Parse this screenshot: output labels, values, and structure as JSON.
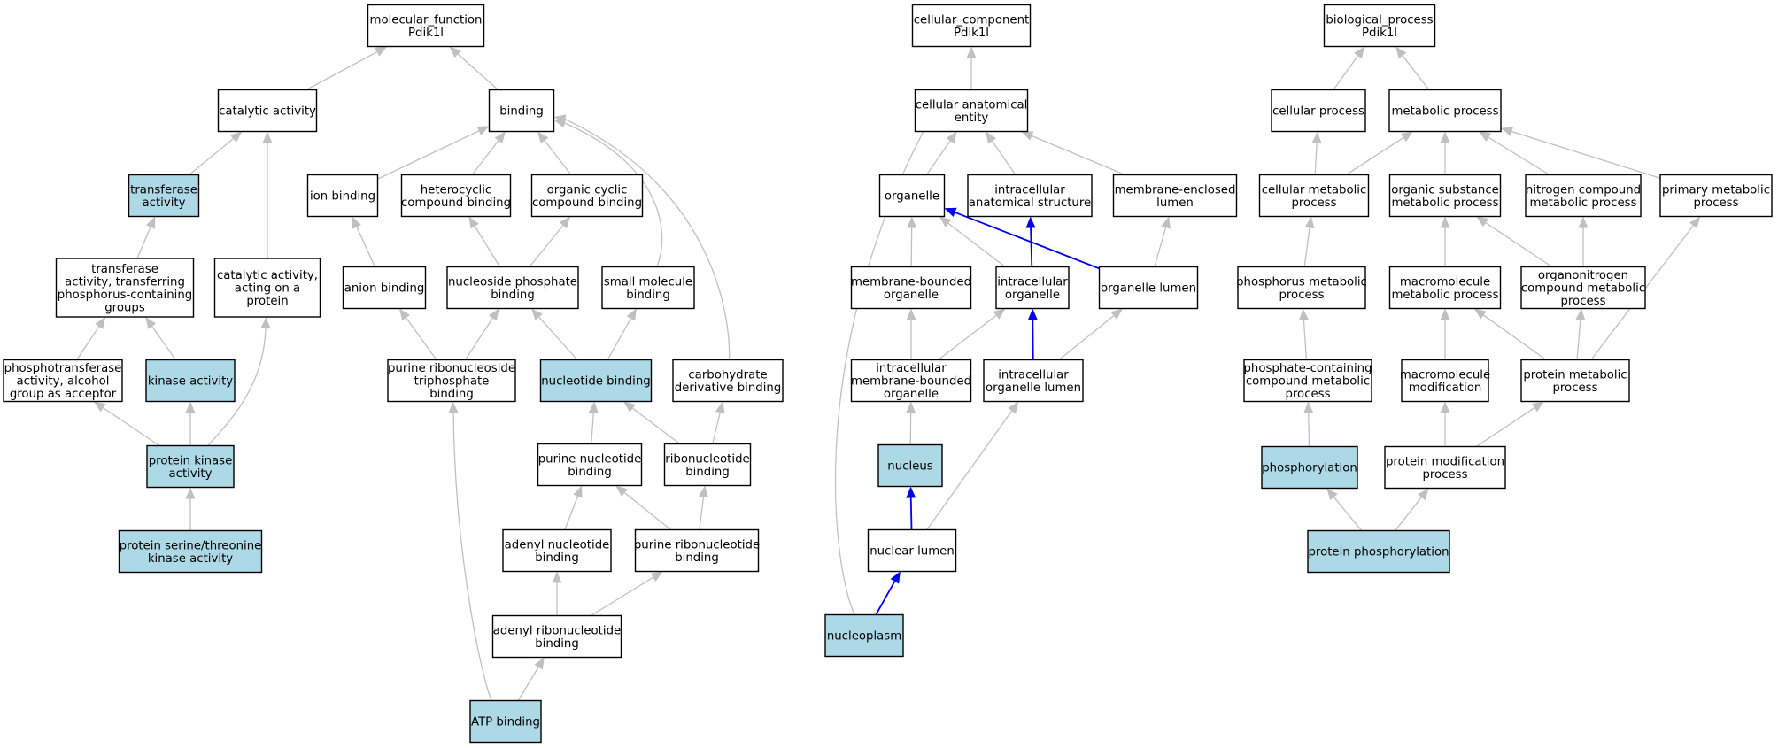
{
  "graph_title": "",
  "colors": {
    "highlight": "#add8e6",
    "edge": "#c0c0c0",
    "path_edge": "#0000ee"
  },
  "nodes": {
    "mf_root": [
      "molecular_function",
      "Pdik1l"
    ],
    "catalytic_activity": [
      "catalytic activity"
    ],
    "binding": [
      "binding"
    ],
    "transferase_activity": [
      "transferase",
      "activity"
    ],
    "ion_binding": [
      "ion binding"
    ],
    "heterocyclic_binding": [
      "heterocyclic",
      "compound binding"
    ],
    "organic_cyclic_binding": [
      "organic cyclic",
      "compound binding"
    ],
    "transferase_phosphorus": [
      "transferase",
      "activity, transferring",
      "phosphorus-containing",
      "groups"
    ],
    "catalytic_on_protein": [
      "catalytic activity,",
      "acting on a",
      "protein"
    ],
    "anion_binding": [
      "anion binding"
    ],
    "nucleoside_phosphate_binding": [
      "nucleoside phosphate",
      "binding"
    ],
    "small_molecule_binding": [
      "small molecule",
      "binding"
    ],
    "phosphotransferase_alcohol": [
      "phosphotransferase",
      "activity, alcohol",
      "group as acceptor"
    ],
    "kinase_activity": [
      "kinase activity"
    ],
    "purine_ribonucleoside_tp_binding": [
      "purine ribonucleoside",
      "triphosphate",
      "binding"
    ],
    "nucleotide_binding": [
      "nucleotide binding"
    ],
    "carbohydrate_derivative_binding": [
      "carbohydrate",
      "derivative binding"
    ],
    "protein_kinase_activity": [
      "protein kinase",
      "activity"
    ],
    "purine_nucleotide_binding": [
      "purine nucleotide",
      "binding"
    ],
    "ribonucleotide_binding": [
      "ribonucleotide",
      "binding"
    ],
    "protein_ser_thr_kinase": [
      "protein serine/threonine",
      "kinase activity"
    ],
    "adenyl_nucleotide_binding": [
      "adenyl nucleotide",
      "binding"
    ],
    "purine_ribonucleotide_binding": [
      "purine ribonucleotide",
      "binding"
    ],
    "adenyl_ribonucleotide_binding": [
      "adenyl ribonucleotide",
      "binding"
    ],
    "atp_binding": [
      "ATP binding"
    ],
    "cc_root": [
      "cellular_component",
      "Pdik1l"
    ],
    "cellular_anatomical_entity": [
      "cellular anatomical",
      "entity"
    ],
    "organelle": [
      "organelle"
    ],
    "intracellular_anatomical_structure": [
      "intracellular",
      "anatomical structure"
    ],
    "membrane_enclosed_lumen": [
      "membrane-enclosed",
      "lumen"
    ],
    "membrane_bounded_organelle": [
      "membrane-bounded",
      "organelle"
    ],
    "intracellular_organelle": [
      "intracellular",
      "organelle"
    ],
    "organelle_lumen": [
      "organelle lumen"
    ],
    "intracellular_mb_organelle": [
      "intracellular",
      "membrane-bounded",
      "organelle"
    ],
    "intracellular_organelle_lumen": [
      "intracellular",
      "organelle lumen"
    ],
    "nucleus": [
      "nucleus"
    ],
    "nuclear_lumen": [
      "nuclear lumen"
    ],
    "nucleoplasm": [
      "nucleoplasm"
    ],
    "bp_root": [
      "biological_process",
      "Pdik1l"
    ],
    "cellular_process": [
      "cellular process"
    ],
    "metabolic_process": [
      "metabolic process"
    ],
    "cellular_metabolic_process": [
      "cellular metabolic",
      "process"
    ],
    "organic_substance_metabolic": [
      "organic substance",
      "metabolic process"
    ],
    "nitrogen_compound_metabolic": [
      "nitrogen compound",
      "metabolic process"
    ],
    "primary_metabolic_process": [
      "primary metabolic",
      "process"
    ],
    "phosphorus_metabolic_process": [
      "phosphorus metabolic",
      "process"
    ],
    "macromolecule_metabolic_process": [
      "macromolecule",
      "metabolic process"
    ],
    "organonitrogen_metabolic": [
      "organonitrogen",
      "compound metabolic",
      "process"
    ],
    "phosphate_containing_metabolic": [
      "phosphate-containing",
      "compound metabolic",
      "process"
    ],
    "macromolecule_modification": [
      "macromolecule",
      "modification"
    ],
    "protein_metabolic_process": [
      "protein metabolic",
      "process"
    ],
    "phosphorylation": [
      "phosphorylation"
    ],
    "protein_modification_process": [
      "protein modification",
      "process"
    ],
    "protein_phosphorylation": [
      "protein phosphorylation"
    ]
  },
  "highlighted": [
    "transferase_activity",
    "kinase_activity",
    "protein_kinase_activity",
    "protein_ser_thr_kinase",
    "nucleotide_binding",
    "atp_binding",
    "nucleus",
    "nucleoplasm",
    "phosphorylation",
    "protein_phosphorylation"
  ],
  "edges": [
    [
      "catalytic_activity",
      "mf_root"
    ],
    [
      "binding",
      "mf_root"
    ],
    [
      "transferase_activity",
      "catalytic_activity"
    ],
    [
      "catalytic_on_protein",
      "catalytic_activity"
    ],
    [
      "ion_binding",
      "binding"
    ],
    [
      "heterocyclic_binding",
      "binding"
    ],
    [
      "organic_cyclic_binding",
      "binding"
    ],
    [
      "small_molecule_binding",
      "binding"
    ],
    [
      "carbohydrate_derivative_binding",
      "binding"
    ],
    [
      "transferase_phosphorus",
      "transferase_activity"
    ],
    [
      "anion_binding",
      "ion_binding"
    ],
    [
      "nucleoside_phosphate_binding",
      "heterocyclic_binding"
    ],
    [
      "nucleoside_phosphate_binding",
      "organic_cyclic_binding"
    ],
    [
      "phosphotransferase_alcohol",
      "transferase_phosphorus"
    ],
    [
      "kinase_activity",
      "transferase_phosphorus"
    ],
    [
      "purine_ribonucleoside_tp_binding",
      "anion_binding"
    ],
    [
      "purine_ribonucleoside_tp_binding",
      "nucleoside_phosphate_binding"
    ],
    [
      "nucleotide_binding",
      "nucleoside_phosphate_binding"
    ],
    [
      "nucleotide_binding",
      "small_molecule_binding"
    ],
    [
      "protein_kinase_activity",
      "phosphotransferase_alcohol"
    ],
    [
      "protein_kinase_activity",
      "kinase_activity"
    ],
    [
      "protein_kinase_activity",
      "catalytic_on_protein"
    ],
    [
      "purine_nucleotide_binding",
      "nucleotide_binding"
    ],
    [
      "ribonucleotide_binding",
      "nucleotide_binding"
    ],
    [
      "ribonucleotide_binding",
      "carbohydrate_derivative_binding"
    ],
    [
      "protein_ser_thr_kinase",
      "protein_kinase_activity"
    ],
    [
      "adenyl_nucleotide_binding",
      "purine_nucleotide_binding"
    ],
    [
      "purine_ribonucleotide_binding",
      "purine_nucleotide_binding"
    ],
    [
      "purine_ribonucleotide_binding",
      "ribonucleotide_binding"
    ],
    [
      "adenyl_ribonucleotide_binding",
      "adenyl_nucleotide_binding"
    ],
    [
      "adenyl_ribonucleotide_binding",
      "purine_ribonucleotide_binding"
    ],
    [
      "atp_binding",
      "adenyl_ribonucleotide_binding"
    ],
    [
      "atp_binding",
      "purine_ribonucleoside_tp_binding"
    ],
    [
      "cellular_anatomical_entity",
      "cc_root"
    ],
    [
      "organelle",
      "cellular_anatomical_entity"
    ],
    [
      "intracellular_anatomical_structure",
      "cellular_anatomical_entity"
    ],
    [
      "membrane_enclosed_lumen",
      "cellular_anatomical_entity"
    ],
    [
      "nucleoplasm",
      "cellular_anatomical_entity"
    ],
    [
      "membrane_bounded_organelle",
      "organelle"
    ],
    [
      "intracellular_organelle",
      "organelle"
    ],
    [
      "intracellular_organelle",
      "intracellular_anatomical_structure",
      "blue"
    ],
    [
      "organelle_lumen",
      "organelle",
      "blue"
    ],
    [
      "organelle_lumen",
      "membrane_enclosed_lumen"
    ],
    [
      "intracellular_mb_organelle",
      "membrane_bounded_organelle"
    ],
    [
      "intracellular_mb_organelle",
      "intracellular_organelle"
    ],
    [
      "intracellular_organelle_lumen",
      "intracellular_organelle",
      "blue"
    ],
    [
      "intracellular_organelle_lumen",
      "organelle_lumen"
    ],
    [
      "nucleus",
      "intracellular_mb_organelle"
    ],
    [
      "nuclear_lumen",
      "nucleus",
      "blue"
    ],
    [
      "nuclear_lumen",
      "intracellular_organelle_lumen"
    ],
    [
      "nucleoplasm",
      "nuclear_lumen",
      "blue"
    ],
    [
      "cellular_process",
      "bp_root"
    ],
    [
      "metabolic_process",
      "bp_root"
    ],
    [
      "cellular_metabolic_process",
      "cellular_process"
    ],
    [
      "cellular_metabolic_process",
      "metabolic_process"
    ],
    [
      "organic_substance_metabolic",
      "metabolic_process"
    ],
    [
      "nitrogen_compound_metabolic",
      "metabolic_process"
    ],
    [
      "primary_metabolic_process",
      "metabolic_process"
    ],
    [
      "phosphorus_metabolic_process",
      "cellular_metabolic_process"
    ],
    [
      "macromolecule_metabolic_process",
      "organic_substance_metabolic"
    ],
    [
      "organonitrogen_metabolic",
      "organic_substance_metabolic"
    ],
    [
      "organonitrogen_metabolic",
      "nitrogen_compound_metabolic"
    ],
    [
      "phosphate_containing_metabolic",
      "phosphorus_metabolic_process"
    ],
    [
      "macromolecule_modification",
      "macromolecule_metabolic_process"
    ],
    [
      "protein_metabolic_process",
      "macromolecule_metabolic_process"
    ],
    [
      "protein_metabolic_process",
      "organonitrogen_metabolic"
    ],
    [
      "protein_metabolic_process",
      "primary_metabolic_process"
    ],
    [
      "phosphorylation",
      "phosphate_containing_metabolic"
    ],
    [
      "protein_modification_process",
      "macromolecule_modification"
    ],
    [
      "protein_modification_process",
      "protein_metabolic_process"
    ],
    [
      "protein_phosphorylation",
      "phosphorylation"
    ],
    [
      "protein_phosphorylation",
      "protein_modification_process"
    ]
  ]
}
